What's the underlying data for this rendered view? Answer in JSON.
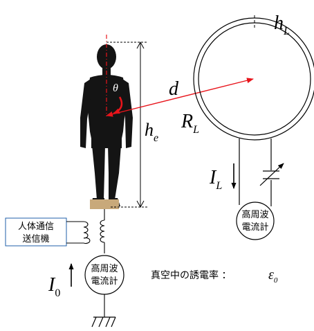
{
  "labels": {
    "h_L": {
      "main": "h",
      "sub": "L"
    },
    "d": "d",
    "theta": "θ",
    "R_L": {
      "main": "R",
      "sub": "L"
    },
    "h_e": {
      "main": "h",
      "sub": "e"
    },
    "I_L": {
      "main": "I",
      "sub": "L"
    },
    "I_0": {
      "main": "I",
      "sub": "0"
    }
  },
  "transmitter": {
    "line1": "人体通信",
    "line2": "送信機"
  },
  "meter_right": {
    "line1": "高周波",
    "line2": "電流計"
  },
  "meter_left": {
    "line1": "高周波",
    "line2": "電流計"
  },
  "permittivity": {
    "text": "真空中の誘電率 ：",
    "symbol": "ε",
    "sub": "0"
  },
  "colors": {
    "accent": "#e8141b",
    "ink": "#000000",
    "box_border": "#1f5fa8",
    "base": "#c8a97a"
  }
}
